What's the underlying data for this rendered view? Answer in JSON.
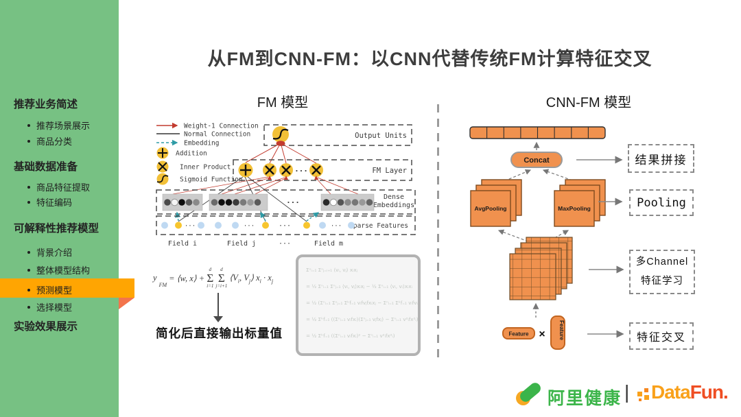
{
  "title": "从FM到CNN-FM：以CNN代替传统FM计算特征交叉",
  "colors": {
    "sidebar_green": "#77C183",
    "ribbon_amber": "#FFA502",
    "ribbon_fold": "#F3744C",
    "diagram_orange": "#F0914E",
    "node_yellow": "#F2C037",
    "figure_red": "#C23B2F",
    "embedding_teal": "#2E9BA6",
    "alihealth_green": "#3CB54A",
    "datafun_orange": "#F9A11B",
    "datafun_red": "#EF4E23"
  },
  "sidebar": {
    "rows": [
      {
        "type": "header",
        "label": "推荐业务简述"
      },
      {
        "type": "item",
        "label": "推荐场景展示"
      },
      {
        "type": "item",
        "label": "商品分类"
      },
      {
        "type": "header",
        "label": "基础数据准备"
      },
      {
        "type": "item",
        "label": "商品特征提取"
      },
      {
        "type": "item",
        "label": "特征编码"
      },
      {
        "type": "header",
        "label": "可解释性推荐模型"
      },
      {
        "type": "item",
        "label": "背景介绍"
      },
      {
        "type": "item",
        "label": "整体模型结构"
      },
      {
        "type": "item",
        "label": "预测模型",
        "active": true
      },
      {
        "type": "item",
        "label": "选择模型"
      },
      {
        "type": "header",
        "label": "实验效果展示"
      }
    ]
  },
  "fm_panel": {
    "heading": "FM 模型",
    "legend": [
      {
        "icon": "weight1-connection",
        "label": "Weight-1 Connection"
      },
      {
        "icon": "normal-connection",
        "label": "Normal Connection"
      },
      {
        "icon": "embedding",
        "label": "Embedding"
      },
      {
        "icon": "addition",
        "label": "Addition"
      },
      {
        "icon": "inner-product",
        "label": "Inner Product"
      },
      {
        "icon": "sigmoid-function",
        "label": "Sigmoid Function"
      }
    ],
    "layer_labels": {
      "output": "Output Units",
      "fm": "FM Layer",
      "dense_1": "Dense",
      "dense_2": "Embeddings",
      "sparse": "Sparse Features"
    },
    "node_dots": "···",
    "fields": [
      "Field i",
      "Field j",
      "···",
      "Field m"
    ],
    "formula": {
      "lhs": "y",
      "lhs_sub": "FM",
      "eq": "= ⟨w, x⟩ +",
      "sum1_top": "d",
      "sigma": "Σ",
      "sum1_bottom": "i=1",
      "sum2_top": "d",
      "sum2_bottom": "j=i+1",
      "tail": [
        {
          "t": "⟨V"
        },
        {
          "s": "i"
        },
        {
          "t": ", V"
        },
        {
          "s": "j"
        },
        {
          "t": "⟩ x"
        },
        {
          "s": "i"
        },
        {
          "t": " · x"
        },
        {
          "s": "j"
        }
      ]
    },
    "derivation": [
      "Σⁿᵢ₌₁ Σⁿⱼ₌ᵢ₊₁ ⟨vᵢ, vⱼ⟩ xᵢxⱼ",
      "= ½ Σⁿᵢ₌₁ Σⁿⱼ₌₁ ⟨vᵢ, vⱼ⟩xᵢxⱼ − ½ Σⁿᵢ₌₁ ⟨vᵢ, vᵢ⟩xᵢxᵢ",
      "= ½ (Σⁿᵢ₌₁ Σⁿⱼ₌₁ Σᵏf₌₁ vᵢfvⱼfxᵢxⱼ − Σⁿᵢ₌₁ Σᵏf₌₁ vᵢfvᵢfxᵢxᵢ)",
      "= ½ Σᵏf₌₁ ((Σⁿᵢ₌₁ vᵢfxᵢ)(Σⁿⱼ₌₁ vⱼfxⱼ) − Σⁿᵢ₌₁ v²ᵢfx²ᵢ)",
      "= ½ Σᵏf₌₁ ((Σⁿᵢ₌₁ vᵢfxᵢ)² − Σⁿᵢ₌₁ v²ᵢfx²ᵢ)"
    ],
    "simplified_note": "简化后直接输出标量值"
  },
  "cnn_panel": {
    "heading": "CNN-FM 模型",
    "concat": "Concat",
    "avg_pooling": "AvgPooling",
    "max_pooling": "MaxPooling",
    "feature_left": "Feature",
    "multiply": "×",
    "feature_right": "Feature",
    "annotations": {
      "concat": "结果拼接",
      "pooling": "Pooling",
      "channel_1": "多Channel",
      "channel_2": "特征学习",
      "cross": "特征交叉"
    }
  },
  "footer": {
    "alihealth": "阿里健康",
    "separator": "|",
    "datafun_1": "Data",
    "datafun_2": "Fun."
  }
}
